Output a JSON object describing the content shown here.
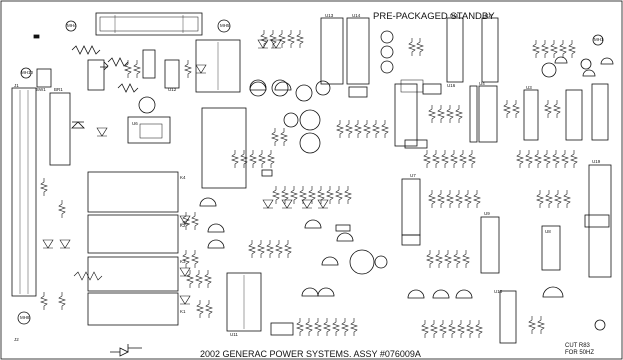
{
  "board": {
    "title": "PRE-PACKAGED STANDBY",
    "assembly_text": "2002 GENERAC POWER SYSTEMS. ASSY #076009A",
    "note_line1": "CUT R83",
    "note_line2": "FOR 50HZ"
  },
  "mounting_holes": [
    "MH4",
    "MH5",
    "MH10",
    "MH1",
    "MH8"
  ],
  "chips": [
    "U13",
    "U14",
    "U15",
    "U17",
    "U16",
    "U3",
    "U8",
    "U4",
    "U6",
    "U7",
    "U9",
    "U10",
    "U11",
    "U12",
    "U19"
  ],
  "relays": [
    "K4",
    "K3",
    "K2",
    "K1"
  ],
  "connectors": [
    "J1",
    "J2",
    "SW1",
    "BR1"
  ],
  "colors": {
    "ink": "#111111",
    "background": "#ffffff"
  }
}
